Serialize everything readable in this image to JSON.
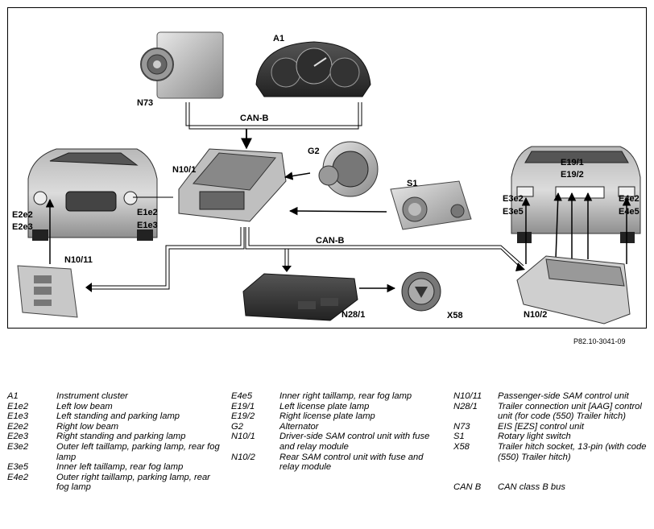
{
  "diagram": {
    "labels": {
      "A1": "A1",
      "N73": "N73",
      "CAN_B_top": "CAN-B",
      "G2": "G2",
      "N10_1": "N10/1",
      "S1": "S1",
      "E1e2": "E1e2",
      "E2e2": "E2e2",
      "E2e3": "E2e3",
      "E1e3": "E1e3",
      "N10_11": "N10/11",
      "CAN_B_bottom": "CAN-B",
      "N28_1": "N28/1",
      "X58": "X58",
      "N10_2": "N10/2",
      "E19_1": "E19/1",
      "E19_2": "E19/2",
      "E3e2": "E3e2",
      "E3e5": "E3e5",
      "E4e2": "E4e2",
      "E4e5": "E4e5"
    },
    "reference": "P82.10-3041-09"
  },
  "legend": {
    "col1": [
      {
        "code": "A1",
        "desc": "Instrument cluster"
      },
      {
        "code": "E1e2",
        "desc": "Left low beam"
      },
      {
        "code": "E1e3",
        "desc": "Left standing and parking lamp"
      },
      {
        "code": "E2e2",
        "desc": "Right low beam"
      },
      {
        "code": "E2e3",
        "desc": "Right standing and parking lamp"
      },
      {
        "code": "E3e2",
        "desc": "Outer left taillamp, parking lamp, rear fog lamp"
      },
      {
        "code": "E3e5",
        "desc": "Inner left taillamp, rear fog lamp"
      },
      {
        "code": "E4e2",
        "desc": "Outer right taillamp, parking lamp, rear fog lamp"
      }
    ],
    "col2": [
      {
        "code": "E4e5",
        "desc": "Inner right taillamp, rear fog lamp"
      },
      {
        "code": "E19/1",
        "desc": "Left license plate lamp"
      },
      {
        "code": "E19/2",
        "desc": "Right license plate lamp"
      },
      {
        "code": "G2",
        "desc": "Alternator"
      },
      {
        "code": "N10/1",
        "desc": "Driver-side SAM control unit with fuse and relay module"
      },
      {
        "code": "N10/2",
        "desc": "Rear SAM control unit with fuse and relay module"
      }
    ],
    "col3": [
      {
        "code": "N10/11",
        "desc": "Passenger-side SAM control unit"
      },
      {
        "code": "N28/1",
        "desc": "Trailer connection unit [AAG] control unit (for code (550) Trailer hitch)"
      },
      {
        "code": "N73",
        "desc": "EIS [EZS] control unit"
      },
      {
        "code": "S1",
        "desc": "Rotary light switch"
      },
      {
        "code": "X58",
        "desc": "Trailer hitch socket, 13-pin (with code (550) Trailer hitch)"
      }
    ],
    "footer": {
      "code": "CAN B",
      "desc": "CAN class B bus"
    }
  }
}
